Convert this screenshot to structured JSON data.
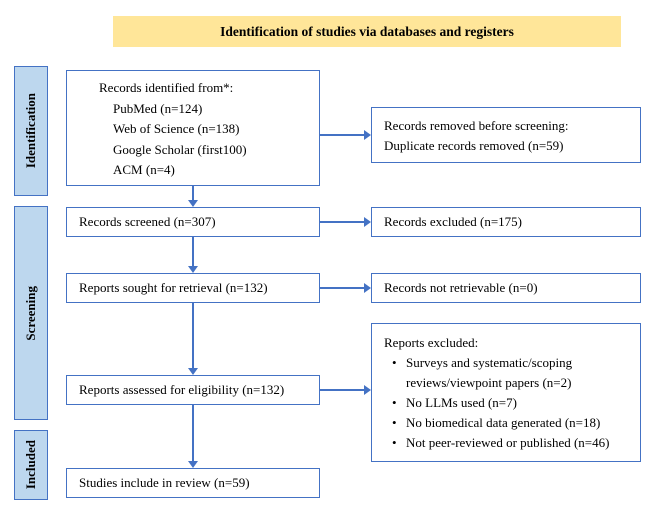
{
  "banner": {
    "title": "Identification of studies via databases and registers"
  },
  "stages": [
    {
      "label": "Identification"
    },
    {
      "label": "Screening"
    },
    {
      "label": "Included"
    }
  ],
  "boxes": {
    "records_identified": {
      "title": "Records identified from*:",
      "items": [
        "PubMed (n=124)",
        "Web of Science (n=138)",
        "Google Scholar (first100)",
        "ACM (n=4)"
      ]
    },
    "records_removed": {
      "line1": "Records removed before screening:",
      "line2": "Duplicate records removed (n=59)"
    },
    "records_screened": {
      "label": "Records screened (n=307)"
    },
    "records_excluded": {
      "label": "Records excluded (n=175)"
    },
    "reports_sought": {
      "label": "Reports sought for retrieval (n=132)"
    },
    "records_not_retrievable": {
      "label": "Records not retrievable (n=0)"
    },
    "reports_assessed": {
      "label": "Reports assessed for eligibility (n=132)"
    },
    "reports_excluded": {
      "title": "Reports excluded:",
      "items": [
        "Surveys and systematic/scoping reviews/viewpoint papers (n=2)",
        "No LLMs used (n=7)",
        "No biomedical data generated (n=18)",
        "Not peer-reviewed or published (n=46)"
      ]
    },
    "studies_included": {
      "label": "Studies include in review (n=59)"
    }
  },
  "colors": {
    "banner_bg": "#FFE699",
    "stage_bg": "#BDD7EE",
    "line_blue": "#4472C4"
  }
}
